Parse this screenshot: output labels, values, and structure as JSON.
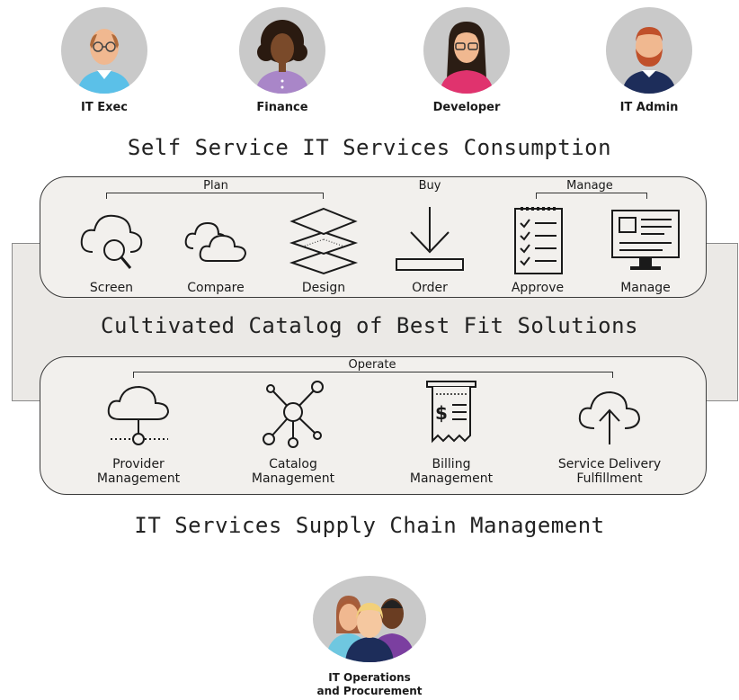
{
  "personas": [
    {
      "label": "IT Exec"
    },
    {
      "label": "Finance"
    },
    {
      "label": "Developer"
    },
    {
      "label": "IT Admin"
    }
  ],
  "headings": {
    "top": "Self Service IT Services Consumption",
    "middle": "Cultivated Catalog of Best Fit Solutions",
    "bottom": "IT Services Supply Chain Management"
  },
  "consumption": {
    "groups": {
      "plan": "Plan",
      "buy": "Buy",
      "manage": "Manage"
    },
    "items": [
      {
        "label": "Screen",
        "icon": "cloud-search-icon"
      },
      {
        "label": "Compare",
        "icon": "clouds-icon"
      },
      {
        "label": "Design",
        "icon": "layers-icon"
      },
      {
        "label": "Order",
        "icon": "download-tray-icon"
      },
      {
        "label": "Approve",
        "icon": "checklist-icon"
      },
      {
        "label": "Manage",
        "icon": "monitor-icon"
      }
    ]
  },
  "supply": {
    "group": "Operate",
    "items": [
      {
        "label1": "Provider",
        "label2": "Management",
        "icon": "cloud-provider-icon"
      },
      {
        "label1": "Catalog",
        "label2": "Management",
        "icon": "network-hub-icon"
      },
      {
        "label1": "Billing",
        "label2": "Management",
        "icon": "invoice-icon"
      },
      {
        "label1": "Service Delivery",
        "label2": "Fulfillment",
        "icon": "cloud-upload-icon"
      }
    ]
  },
  "team": {
    "line1": "IT Operations",
    "line2": "and Procurement"
  }
}
